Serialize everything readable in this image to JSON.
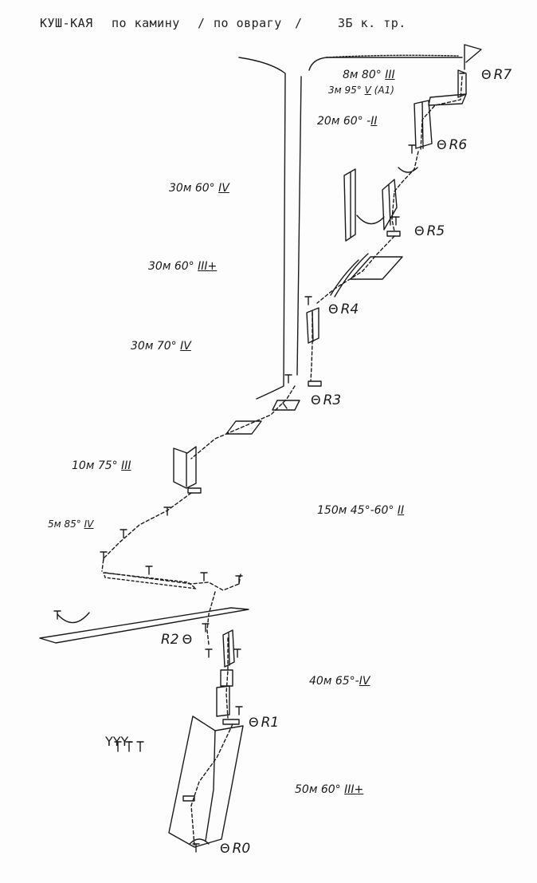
{
  "header": {
    "peak": "КУШ-КАЯ",
    "route": "по камину",
    "slash1": "/",
    "variant": "по оврагу",
    "slash2": "/",
    "grade": "3Б к. тр."
  },
  "pitches": [
    {
      "length": "8м",
      "angle": "80°",
      "difficulty": "III"
    },
    {
      "length": "3м",
      "angle": "95°",
      "difficulty": "V",
      "extra": "(А1)"
    },
    {
      "length": "20м",
      "angle": "60°",
      "difficulty": "II",
      "prefix": "-"
    },
    {
      "length": "30м",
      "angle": "60°",
      "difficulty": "IV"
    },
    {
      "length": "30м",
      "angle": "60°",
      "difficulty": "III+"
    },
    {
      "length": "30м",
      "angle": "70°",
      "difficulty": "IV"
    },
    {
      "length": "10м",
      "angle": "75°",
      "difficulty": "III"
    },
    {
      "length": "5м",
      "angle": "85°",
      "difficulty": "IV"
    },
    {
      "length": "150м",
      "angle": "45°-60°",
      "difficulty": "II"
    },
    {
      "length": "40м",
      "angle": "65°",
      "difficulty": "IV",
      "prefix": "-"
    },
    {
      "length": "50м",
      "angle": "60°",
      "difficulty": "III+"
    }
  ],
  "reference_points": [
    "R7",
    "R6",
    "R5",
    "R4",
    "R3",
    "R2",
    "R1",
    "R0"
  ],
  "legend_symbols": "ΥΥΥ-",
  "footer": "",
  "colors": {
    "ink": "#1a1a1a",
    "paper": "#fdfdfd"
  }
}
